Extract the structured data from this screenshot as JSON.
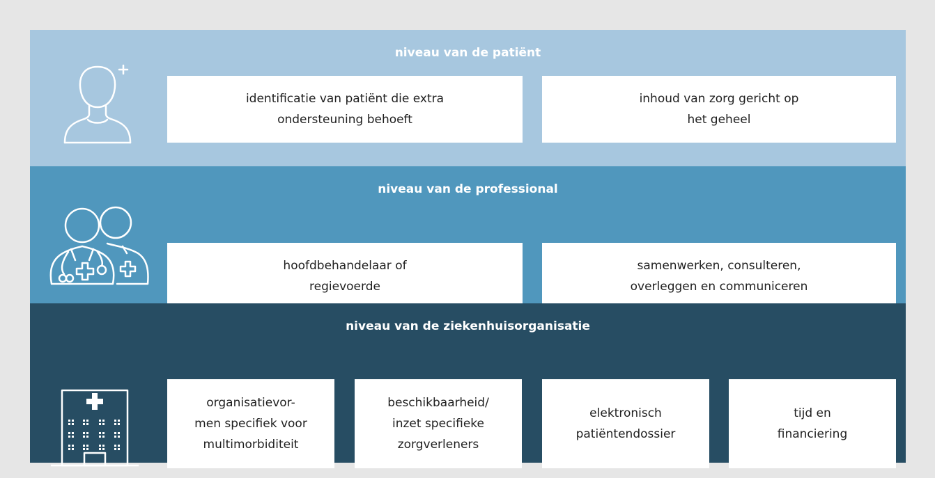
{
  "levels": [
    {
      "title": "niveau van de patiënt",
      "icon": "patient-icon",
      "boxes": [
        {
          "text": "identificatie van patiënt die extra\nondersteuning behoeft"
        },
        {
          "text": "inhoud van zorg gericht op\nhet geheel"
        }
      ]
    },
    {
      "title": "niveau van de professional",
      "icon": "professionals-icon",
      "boxes": [
        {
          "text": "hoofdbehandelaar of\nregievoerde"
        },
        {
          "text": "samenwerken, consulteren,\noverleggen en communiceren"
        }
      ]
    },
    {
      "title": "niveau van de ziekenhuisorganisatie",
      "icon": "hospital-icon",
      "boxes": [
        {
          "text": "organisatievor-\nmen specifiek voor\nmultimorbiditeit"
        },
        {
          "text": "beschikbaarheid/\ninzet specifieke\nzorgverleners"
        },
        {
          "text": "elektronisch\npatiëntendossier"
        },
        {
          "text": "tijd en\nfinanciering"
        }
      ]
    }
  ],
  "colors": {
    "background": "#e6e6e6",
    "patient_band": "#a7c7df",
    "professional_band": "#5097bd",
    "organisation_band": "#274d63",
    "box": "#ffffff"
  }
}
